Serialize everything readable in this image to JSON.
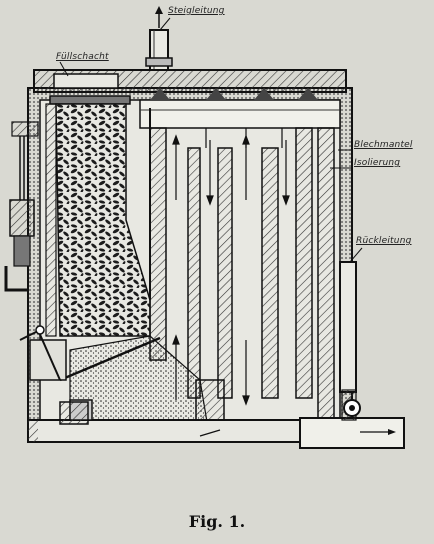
{
  "labels": {
    "steigleitung": "Steigleitung",
    "fuellschacht": "Füllschacht",
    "blechmantel": "Blechmantel",
    "isolierung": "Isolierung",
    "rueckleitung": "Rückleitung"
  },
  "caption": "Fig. 1."
}
